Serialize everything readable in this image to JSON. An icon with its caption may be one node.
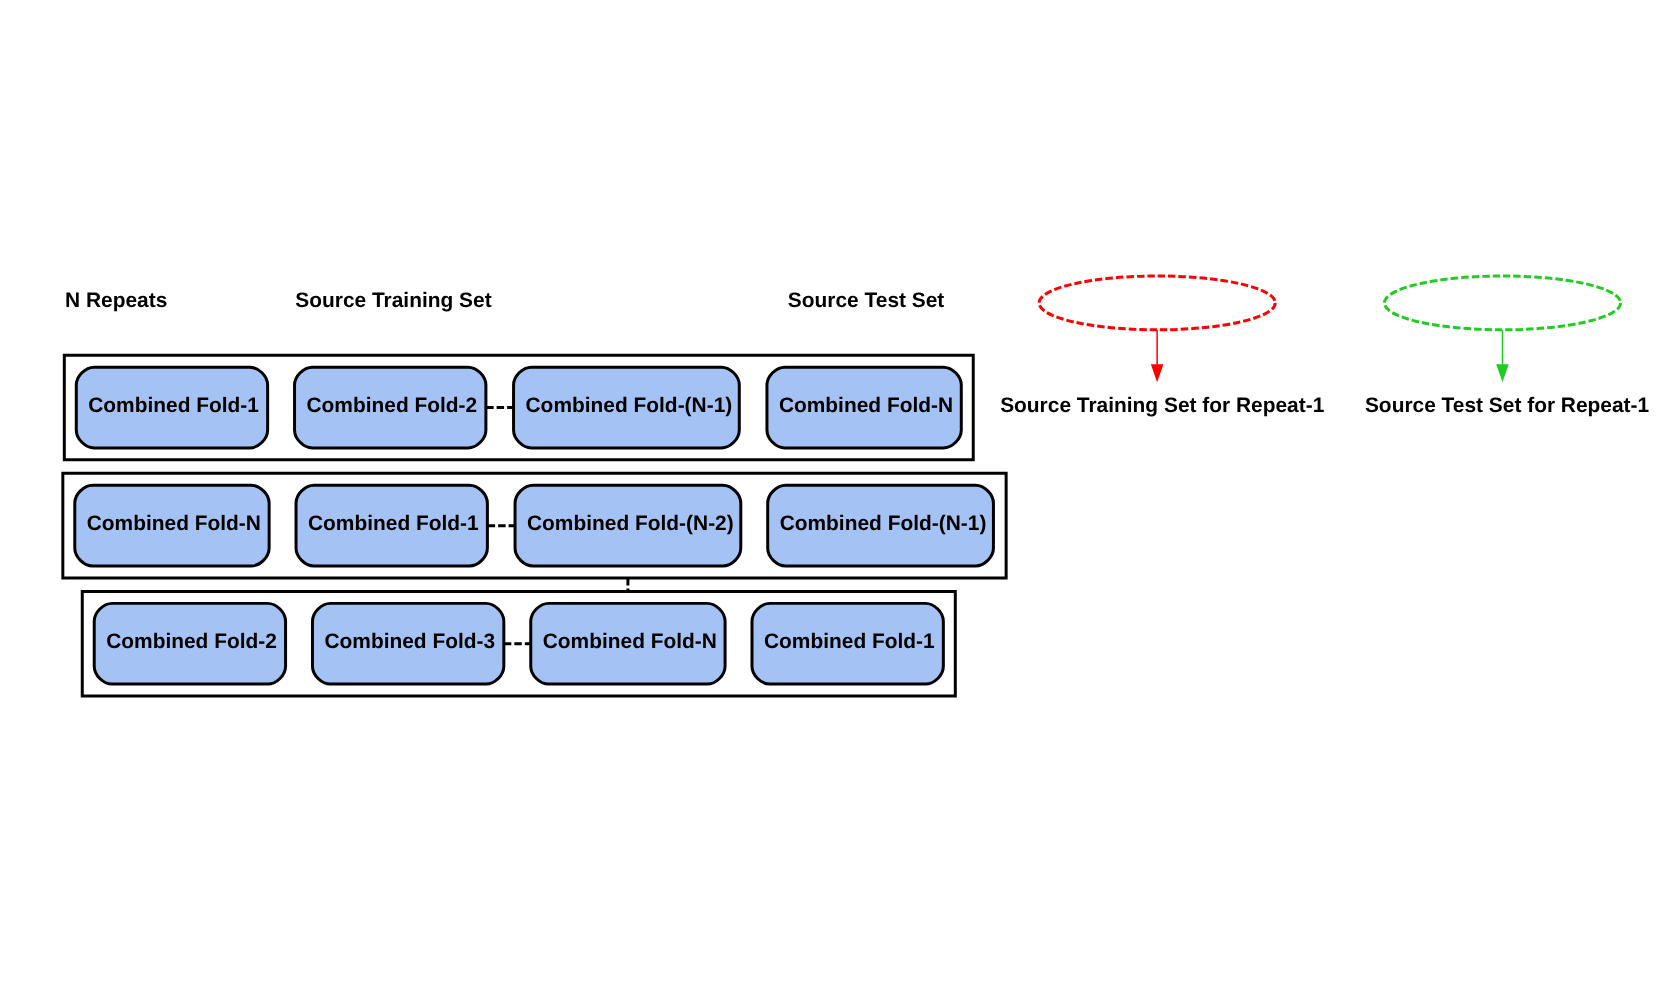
{
  "diagram": {
    "nodes": [
      {
        "text": [],
        "shape": "box"
      },
      {
        "text": [
          "Combined Fold-1"
        ],
        "in": 0
      },
      {
        "text": [
          "Combined Fold-2"
        ],
        "in": 0
      },
      {
        "text": [
          "Combined Fold-(N-1)"
        ],
        "in": 0
      },
      {
        "text": [
          "Combined Fold-N"
        ],
        "in": 0
      },
      {
        "text": [],
        "shape": "box"
      },
      {
        "text": [
          "Combined Fold-N"
        ],
        "in": 5
      },
      {
        "text": [
          "Combined Fold-1"
        ],
        "in": 5
      },
      {
        "text": [
          "Combined Fold-(N-2)"
        ],
        "in": 5
      },
      {
        "text": [
          "Combined Fold-(N-1)"
        ],
        "in": 5
      },
      {
        "text": [],
        "shape": "box"
      },
      {
        "text": [
          "Combined Fold-2"
        ],
        "in": 10
      },
      {
        "text": [
          "Combined Fold-3"
        ],
        "in": 10
      },
      {
        "text": [
          "Combined Fold-N"
        ],
        "in": 10
      },
      {
        "text": [
          "Combined Fold-1"
        ],
        "in": 10
      },
      {
        "text": [],
        "shape": "ellipse"
      },
      {
        "text": [],
        "shape": "ellipse"
      },
      {
        "text": [
          "Source Training Set for Repeat-1"
        ]
      },
      {
        "text": [
          "Source Test Set for Repeat-1"
        ]
      }
    ],
    "edges": [
      {
        "from": 2,
        "to": 3,
        "arrow": "none",
        "style": "dashed"
      },
      {
        "from": 7,
        "to": 8,
        "arrow": "none",
        "style": "dashed"
      },
      {
        "from": 5,
        "to": 10,
        "arrow": "none",
        "style": "dashed"
      },
      {
        "from": 12,
        "to": 13,
        "arrow": "none",
        "style": "dashed"
      },
      {
        "from": 15,
        "to": 17,
        "arrow": "to",
        "color": "#ff0000"
      },
      {
        "from": 16,
        "to": 18,
        "arrow": "to",
        "color": "#22cc22"
      }
    ],
    "labels": [
      "Source Training Set",
      "Source Test Set",
      "N Repeats"
    ]
  }
}
